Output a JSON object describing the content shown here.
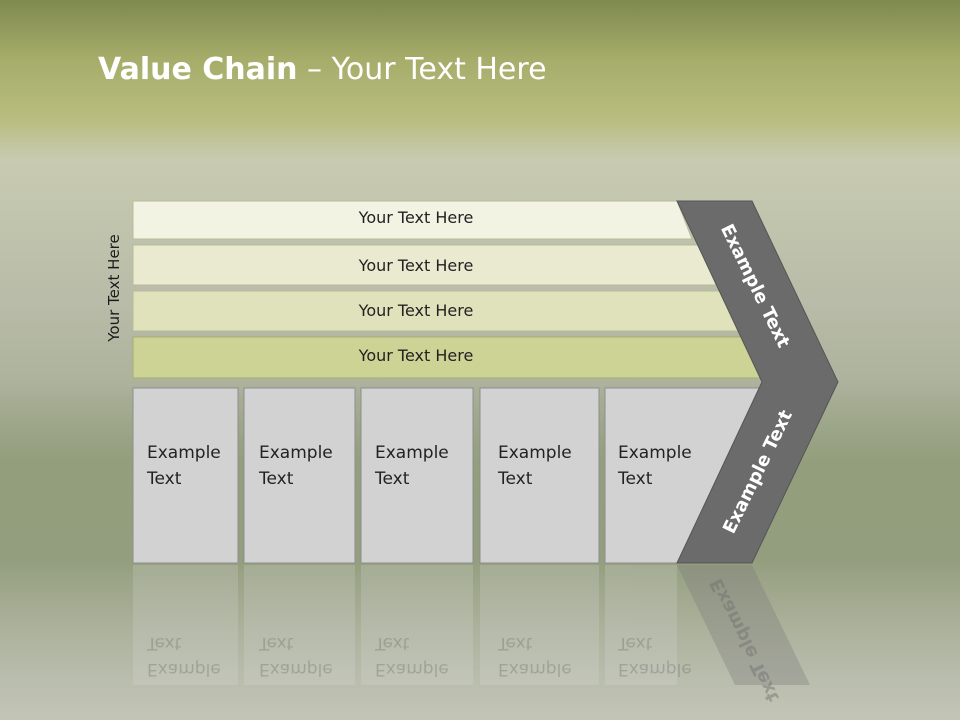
{
  "title": {
    "bold": "Value Chain",
    "rest": " – Your Text Here"
  },
  "side_label": "Your Text Here",
  "rows": [
    "Your Text Here",
    "Your Text Here",
    "Your Text Here",
    "Your Text Here"
  ],
  "columns": [
    {
      "line1": "Example",
      "line2": "Text"
    },
    {
      "line1": "Example",
      "line2": "Text"
    },
    {
      "line1": "Example",
      "line2": "Text"
    },
    {
      "line1": "Example",
      "line2": "Text"
    },
    {
      "line1": "Example",
      "line2": "Text"
    }
  ],
  "arrow_upper": "Example Text",
  "arrow_lower": "Example Text",
  "colors": {
    "row1": "#f3f3e4",
    "row2": "#eaead0",
    "row3": "#e0e2bc",
    "row4": "#cdd394",
    "column": "#d2d2d2",
    "arrow": "#6b6b6b"
  }
}
